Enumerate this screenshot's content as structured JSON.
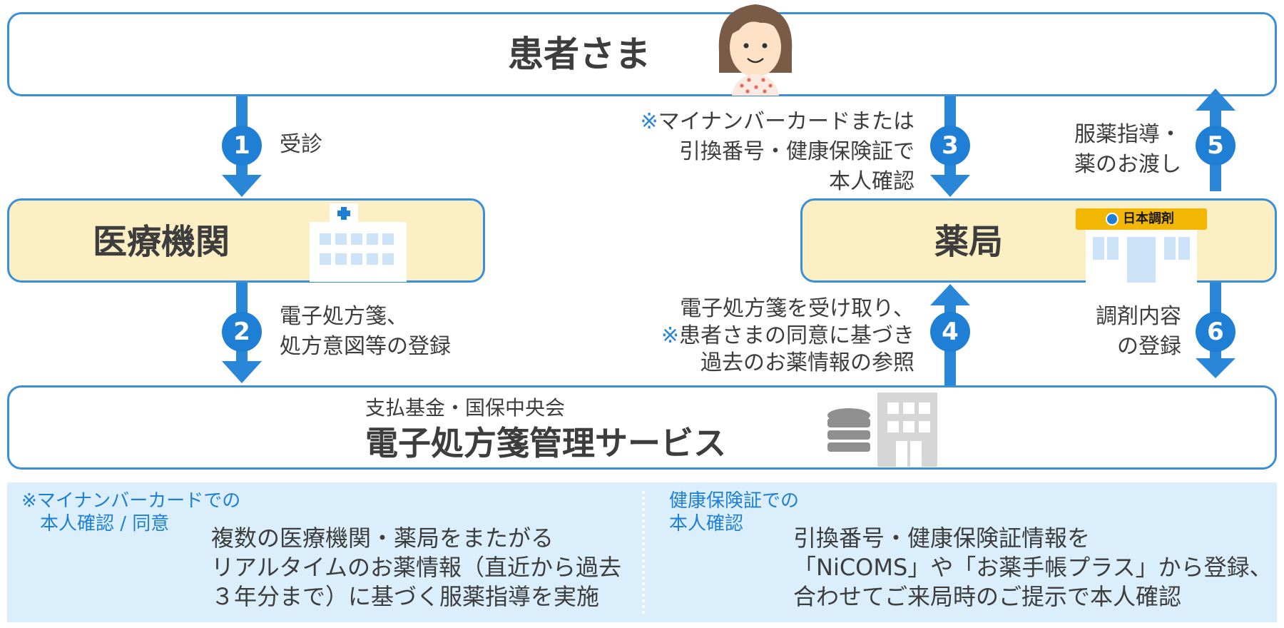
{
  "patient": {
    "title": "患者さま"
  },
  "clinic": {
    "title": "医療機関"
  },
  "pharmacy": {
    "title": "薬局",
    "sign": "日本調剤"
  },
  "service": {
    "subtitle": "支払基金・国保中央会",
    "title": "電子処方箋管理サービス"
  },
  "steps": [
    {
      "num": "1",
      "lines": [
        "受診"
      ]
    },
    {
      "num": "2",
      "lines": [
        "電子処方箋、",
        "処方意図等の登録"
      ]
    },
    {
      "num": "3",
      "note_mark": "※",
      "lines": [
        "マイナンバーカードまたは",
        "引換番号・健康保険証で",
        "本人確認"
      ]
    },
    {
      "num": "4",
      "note_mark": "※",
      "lines": [
        "電子処方箋を受け取り、",
        "患者さまの同意に基づき",
        "過去のお薬情報の参照"
      ]
    },
    {
      "num": "5",
      "lines": [
        "服薬指導・",
        "薬のお渡し"
      ]
    },
    {
      "num": "6",
      "lines": [
        "調剤内容",
        "の登録"
      ]
    }
  ],
  "notes": {
    "left": {
      "title_lines": [
        "※マイナンバーカードでの",
        "本人確認 / 同意"
      ],
      "body_lines": [
        "複数の医療機関・薬局をまたがる",
        "リアルタイムのお薬情報（直近から過去",
        "３年分まで）に基づく服薬指導を実施"
      ]
    },
    "right": {
      "title_lines": [
        "健康保険証での",
        "本人確認"
      ],
      "body_lines": [
        "引換番号・健康保険証情報を",
        "「NiCOMS」や「お薬手帳プラス」から登録、",
        "合わせてご来局時のご提示で本人確認"
      ]
    }
  },
  "colors": {
    "accent": "#1f7fd4",
    "border": "#3b8fd8",
    "cream": "#fdefc4",
    "note_bg": "#dbeefb",
    "text": "#3d3d3d",
    "sign": "#f2b705"
  }
}
